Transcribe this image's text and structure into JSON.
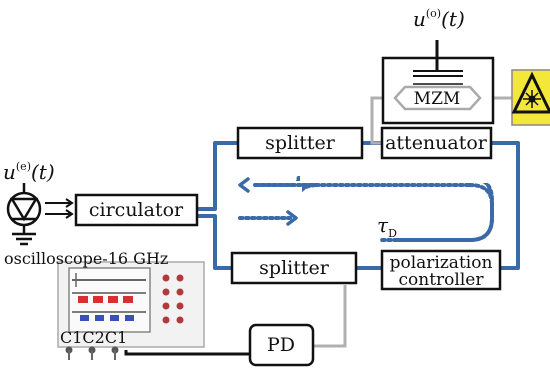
{
  "components": {
    "splitter_top": "splitter",
    "attenuator": "attenuator",
    "mzm": "MZM",
    "circulator": "circulator",
    "splitter_bottom": "splitter",
    "polarization_controller_line1": "polarization",
    "polarization_controller_line2": "controller",
    "oscilloscope": "oscilloscope-16 GHz",
    "channels": "C1C2C1",
    "pd": "PD"
  },
  "signals": {
    "modulation_label_main": "u",
    "modulation_label_sup": "(o)",
    "modulation_label_arg": "(t)",
    "electrical_label_main": "u",
    "electrical_label_sup": "(e)",
    "electrical_label_arg": "(t)",
    "delay_main": "τ",
    "delay_sub": "D"
  },
  "colors": {
    "fiber": "#3a6aa8",
    "electrical": "#b0b0b0",
    "laser_fill": "#f3e83a",
    "dotted_loop": "#3a6aa8"
  },
  "icons": {
    "laser": "laser-warning-icon",
    "photodiode": "photodiode-icon",
    "ground": "ground-icon",
    "oscilloscope": "oscilloscope-icon"
  }
}
